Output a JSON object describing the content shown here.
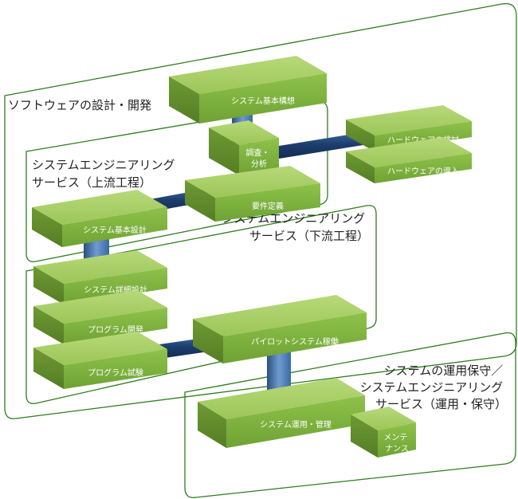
{
  "regions": {
    "software": {
      "label": "ソフトウェアの設計・開発"
    },
    "upstream": {
      "label_lines": [
        "システムエンジニアリング",
        "サービス（上流工程）"
      ]
    },
    "downstream": {
      "label_lines": [
        "システムエンジニアリング",
        "サービス（下流工程）"
      ]
    },
    "operation": {
      "label_lines": [
        "システムの運用保守／",
        "システムエンジニアリング",
        "サービス（運用・保守）"
      ]
    }
  },
  "boxes": {
    "concept": {
      "label": "システム基本構想"
    },
    "research": {
      "label_lines": [
        "調査・",
        "分析"
      ]
    },
    "requirements": {
      "label": "要件定義"
    },
    "hw_review": {
      "label": "ハードウェアの検討"
    },
    "hw_install": {
      "label": "ハードウェアの導入"
    },
    "basic_design": {
      "label": "システム基本設計"
    },
    "detail_design": {
      "label": "システム詳細設計"
    },
    "programming": {
      "label": "プログラム開発"
    },
    "testing": {
      "label": "プログラム試験"
    },
    "pilot": {
      "label": "パイロットシステム稼働"
    },
    "operation_mgmt": {
      "label": "システム運用・管理"
    },
    "maintenance": {
      "label_lines": [
        "メンテ",
        "ナンス"
      ]
    }
  },
  "colors": {
    "region_border": "#2e7d1e",
    "box_top": "#a6cc62",
    "box_front": "#8cbf45",
    "box_side": "#6f9a34",
    "pipe_navy": "#1f3a64",
    "pipe_blue": "#4f79ae",
    "label_text": "#ffffff"
  }
}
